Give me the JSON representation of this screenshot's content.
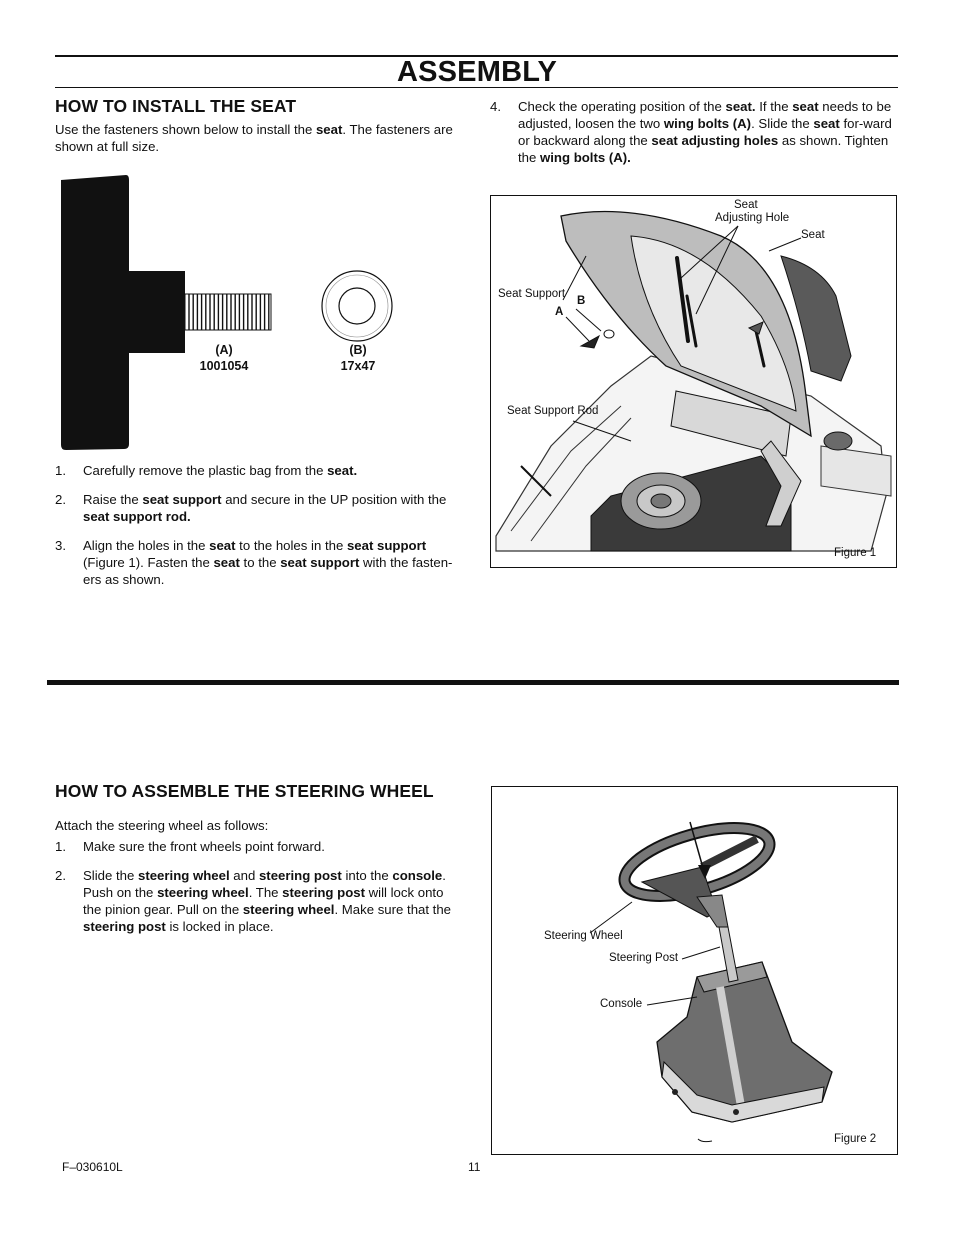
{
  "page": {
    "title": "ASSEMBLY",
    "footer_code": "F–030610L",
    "page_number": "11"
  },
  "seat_section": {
    "heading": "HOW TO INSTALL THE SEAT",
    "intro_1": "Use the fasteners shown below to install the ",
    "intro_bold": "seat",
    "intro_2": ". The fasteners are shown at full size.",
    "fastener_a_id": "(A)",
    "fastener_a_part": "1001054",
    "fastener_b_id": "(B)",
    "fastener_b_part": "17x47",
    "steps": [
      {
        "num": "1.",
        "t1": "Carefully remove the plastic bag from the ",
        "b1": "seat."
      },
      {
        "num": "2.",
        "t1": "Raise the ",
        "b1": "seat support",
        "t2": " and secure in the UP position with the ",
        "b2": "seat support rod."
      },
      {
        "num": "3.",
        "t1": "Align the holes in the ",
        "b1": "seat",
        "t2": " to the holes in the ",
        "b2": "seat support",
        "t3": " (Figure 1). Fasten the ",
        "b3": "seat",
        "t4": " to the ",
        "b4": "seat support",
        "t5": " with the fasten-ers as shown."
      },
      {
        "num": "4.",
        "t1": "Check the operating position of the ",
        "b1": "seat.",
        "t2": " If the ",
        "b2": "seat",
        "t3": " needs to be adjusted, loosen the two ",
        "b3": "wing bolts (A)",
        "t4": ". Slide the ",
        "b4": "seat",
        "t5": " for-ward or backward along the ",
        "b5": "seat adjusting holes",
        "t6": " as shown. Tighten the ",
        "b6": "wing bolts (A)."
      }
    ],
    "figure": {
      "caption": "Figure 1",
      "label_adjusting_hole_1": "Seat",
      "label_adjusting_hole_2": "Adjusting Hole",
      "label_seat": "Seat",
      "label_seat_support": "Seat Support",
      "label_b": "B",
      "label_a": "A",
      "label_support_rod": "Seat Support Rod"
    }
  },
  "steering_section": {
    "heading": "HOW TO ASSEMBLE THE STEERING WHEEL",
    "intro": "Attach the steering wheel as follows:",
    "steps": [
      {
        "num": "1.",
        "t1": "Make sure the front wheels point forward."
      },
      {
        "num": "2.",
        "t1": "Slide the ",
        "b1": "steering wheel",
        "t2": " and ",
        "b2": "steering post",
        "t3": " into the ",
        "b3": "console",
        "t4": ". Push on the ",
        "b4": "steering wheel",
        "t5": ". The ",
        "b5": "steering post",
        "t6": " will lock onto the pinion gear. Pull on the ",
        "b6": "steering wheel",
        "t7": ". Make sure that the ",
        "b7": "steering post",
        "t8": " is locked in place."
      }
    ],
    "figure": {
      "caption": "Figure 2",
      "label_wheel": "Steering Wheel",
      "label_post": "Steering Post",
      "label_console": "Console"
    }
  }
}
